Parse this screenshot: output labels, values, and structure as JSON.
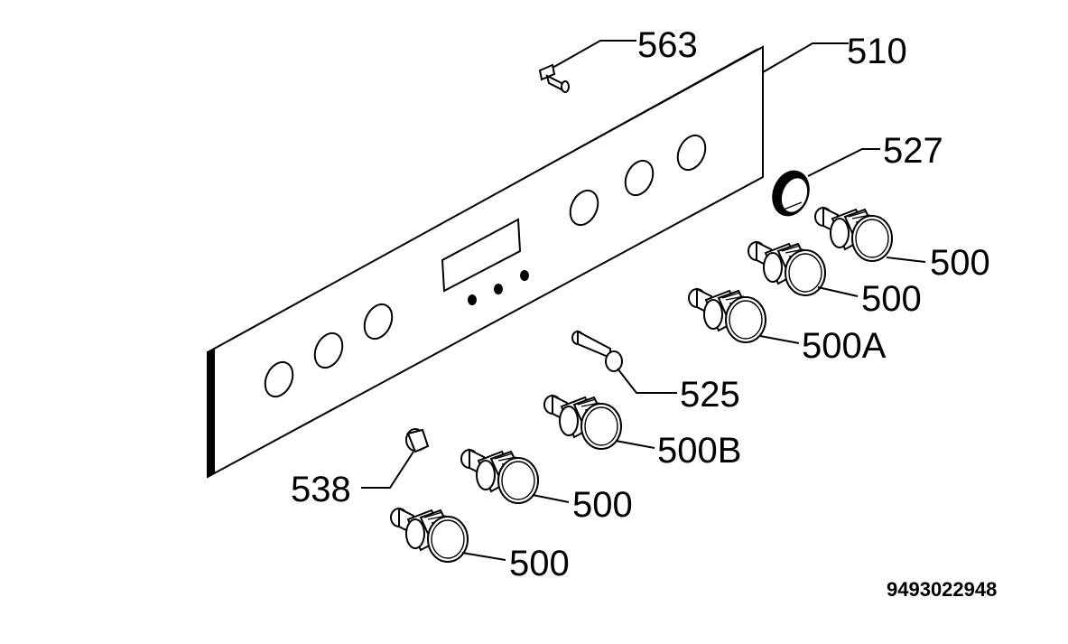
{
  "labels": {
    "l563": "563",
    "l510": "510",
    "l527": "527",
    "l500_1": "500",
    "l500_2": "500",
    "l500A": "500A",
    "l525": "525",
    "l500B": "500B",
    "l538": "538",
    "l500_3": "500",
    "l500_4": "500"
  },
  "part_number": "9493022948",
  "colors": {
    "ink": "#000000",
    "paper": "#ffffff"
  }
}
